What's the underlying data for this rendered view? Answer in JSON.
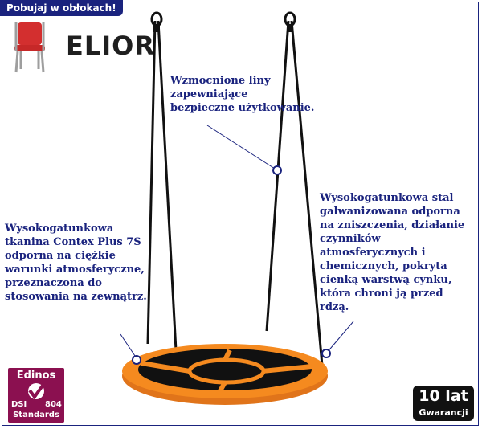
{
  "badge": {
    "text": "Pobujaj w obłokach!"
  },
  "brand": {
    "name": "ELIOR",
    "icon": "chair-icon"
  },
  "notes": {
    "ropes": "Wzmocnione liny zapewniające bezpieczne użytkowanie.",
    "fabric": "Wysokogatunkowa tkanina Contex Plus 7S odporna na ciężkie warunki atmosferyczne, przeznaczona do stosowania na zewnątrz.",
    "steel": "Wysokogatunkowa stal galwanizowana odporna na zniszczenia, działanie czynników atmosferycznych i chemicznych, pokryta cienką warstwą cynku, która chroni ją przed rdzą."
  },
  "certificate": {
    "title": "Edinos",
    "left": "DSI",
    "right": "804",
    "bottom": "Standards"
  },
  "warranty": {
    "years": "10 lat",
    "label": "Gwarancji"
  },
  "colors": {
    "accent": "#1a237e",
    "seat_orange": "#f58a1f",
    "cert": "#8b1050"
  }
}
